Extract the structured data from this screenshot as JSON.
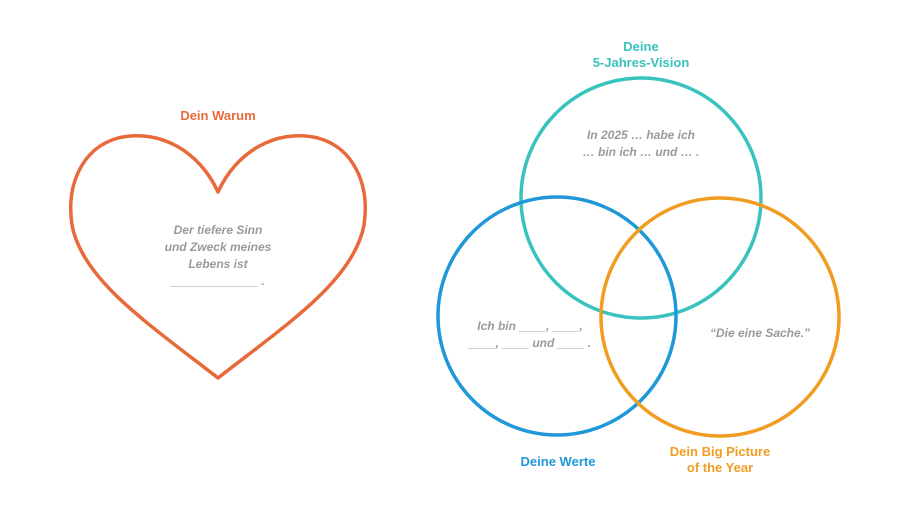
{
  "colors": {
    "heart": "#e8693a",
    "vision": "#38c3be",
    "values": "#1f97d8",
    "bigpicture": "#f09d22",
    "text_gray": "#9a9a9a"
  },
  "heart": {
    "title": "Dein Warum",
    "text_lines": [
      "Der tiefere Sinn",
      "und Zweck meines",
      "Lebens ist",
      "_____________ ."
    ]
  },
  "venn": {
    "vision": {
      "title_lines": [
        "Deine",
        "5-Jahres-Vision"
      ],
      "text_lines": [
        "In 2025 … habe ich",
        "… bin ich … und … ."
      ]
    },
    "values": {
      "title": "Deine Werte",
      "text_lines": [
        "Ich bin ____, ____,",
        "____, ____ und ____ ."
      ]
    },
    "bigpicture": {
      "title_lines": [
        "Dein Big Picture",
        "of the Year"
      ],
      "text": "“Die eine Sache.”"
    }
  }
}
